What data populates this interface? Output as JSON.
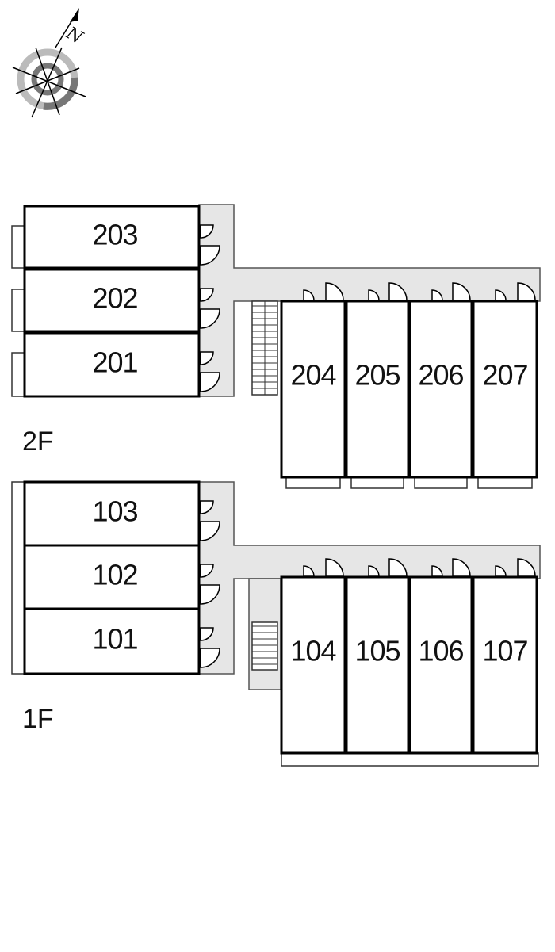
{
  "compass": {
    "label": "N"
  },
  "floors": [
    {
      "label": "2F",
      "left_units": [
        "203",
        "202",
        "201"
      ],
      "right_units": [
        "204",
        "205",
        "206",
        "207"
      ]
    },
    {
      "label": "1F",
      "left_units": [
        "103",
        "102",
        "101"
      ],
      "right_units": [
        "104",
        "105",
        "106",
        "107"
      ]
    }
  ]
}
